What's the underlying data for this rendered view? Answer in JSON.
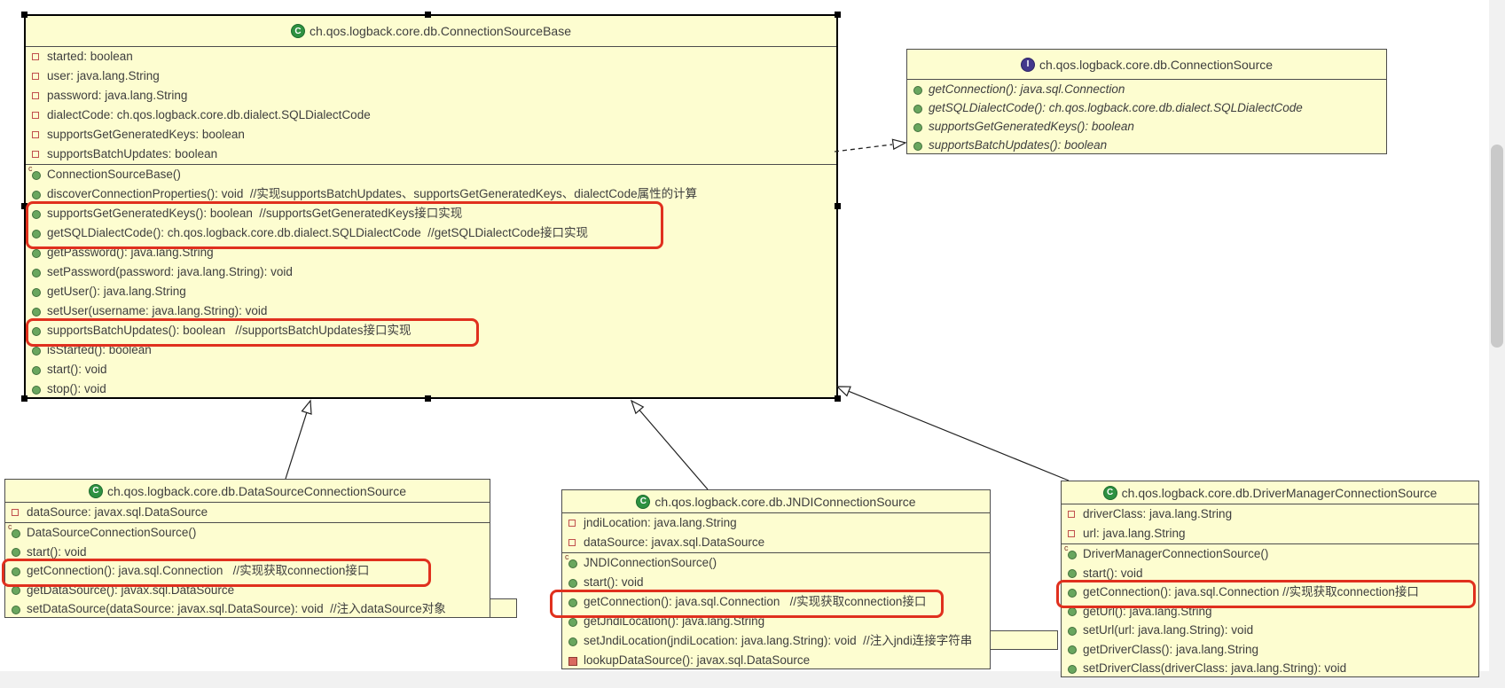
{
  "icons": {
    "class_letter": "C",
    "interface_letter": "I",
    "constructor_marker": "c"
  },
  "colors": {
    "box_fill": "#fdfdd0",
    "box_border": "#4c4c4c",
    "selected_border": "#000000",
    "highlight_red": "#e0301e",
    "method_icon_green": "#69a65e",
    "field_icon_red": "#c0504d",
    "private_icon_fill": "#d9695f",
    "class_icon_green": "#2e9141",
    "interface_icon_purple": "#43388c",
    "text": "#3e3e3e",
    "canvas": "#ffffff",
    "scrollbar_track": "#f1f1f1",
    "scrollbar_thumb": "#c9c9c9"
  },
  "classes": [
    {
      "title": "ch.qos.logback.core.db.ConnectionSourceBase",
      "kind": "class",
      "selected": true,
      "fields": [
        "started: boolean",
        "user: java.lang.String",
        "password: java.lang.String",
        "dialectCode: ch.qos.logback.core.db.dialect.SQLDialectCode",
        "supportsGetGeneratedKeys: boolean",
        "supportsBatchUpdates: boolean"
      ],
      "methods": [
        {
          "text": "ConnectionSourceBase()",
          "kind": "constructor",
          "highlighted": false
        },
        {
          "text": "discoverConnectionProperties(): void  //实现supportsBatchUpdates、supportsGetGeneratedKeys、dialectCode属性的计算",
          "kind": "public",
          "highlighted": false
        },
        {
          "text": "supportsGetGeneratedKeys(): boolean  //supportsGetGeneratedKeys接口实现",
          "kind": "public",
          "highlighted": true
        },
        {
          "text": "getSQLDialectCode(): ch.qos.logback.core.db.dialect.SQLDialectCode  //getSQLDialectCode接口实现",
          "kind": "public",
          "highlighted": true
        },
        {
          "text": "getPassword(): java.lang.String",
          "kind": "public",
          "highlighted": false
        },
        {
          "text": "setPassword(password: java.lang.String): void",
          "kind": "public",
          "highlighted": false
        },
        {
          "text": "getUser(): java.lang.String",
          "kind": "public",
          "highlighted": false
        },
        {
          "text": "setUser(username: java.lang.String): void",
          "kind": "public",
          "highlighted": false
        },
        {
          "text": "supportsBatchUpdates(): boolean   //supportsBatchUpdates接口实现",
          "kind": "public",
          "highlighted": true
        },
        {
          "text": "isStarted(): boolean",
          "kind": "public",
          "highlighted": false
        },
        {
          "text": "start(): void",
          "kind": "public",
          "highlighted": false
        },
        {
          "text": "stop(): void",
          "kind": "public",
          "highlighted": false
        }
      ]
    },
    {
      "title": "ch.qos.logback.core.db.ConnectionSource",
      "kind": "interface",
      "selected": false,
      "fields": [],
      "methods": [
        {
          "text": "getConnection(): java.sql.Connection",
          "kind": "abstract",
          "highlighted": false
        },
        {
          "text": "getSQLDialectCode(): ch.qos.logback.core.db.dialect.SQLDialectCode",
          "kind": "abstract",
          "highlighted": false
        },
        {
          "text": "supportsGetGeneratedKeys(): boolean",
          "kind": "abstract",
          "highlighted": false
        },
        {
          "text": "supportsBatchUpdates(): boolean",
          "kind": "abstract",
          "highlighted": false
        }
      ]
    },
    {
      "title": "ch.qos.logback.core.db.DataSourceConnectionSource",
      "kind": "class",
      "selected": false,
      "fields": [
        "dataSource: javax.sql.DataSource"
      ],
      "methods": [
        {
          "text": "DataSourceConnectionSource()",
          "kind": "constructor",
          "highlighted": false
        },
        {
          "text": "start(): void",
          "kind": "public",
          "highlighted": false
        },
        {
          "text": "getConnection(): java.sql.Connection   //实现获取connection接口",
          "kind": "public",
          "highlighted": true
        },
        {
          "text": "getDataSource(): javax.sql.DataSource",
          "kind": "public",
          "highlighted": false
        },
        {
          "text": "setDataSource(dataSource: javax.sql.DataSource): void  //注入dataSource对象",
          "kind": "public",
          "highlighted": false
        }
      ]
    },
    {
      "title": "ch.qos.logback.core.db.JNDIConnectionSource",
      "kind": "class",
      "selected": false,
      "fields": [
        "jndiLocation: java.lang.String",
        "dataSource: javax.sql.DataSource"
      ],
      "methods": [
        {
          "text": "JNDIConnectionSource()",
          "kind": "constructor",
          "highlighted": false
        },
        {
          "text": "start(): void",
          "kind": "public",
          "highlighted": false
        },
        {
          "text": "getConnection(): java.sql.Connection   //实现获取connection接口",
          "kind": "public",
          "highlighted": true
        },
        {
          "text": "getJndiLocation(): java.lang.String",
          "kind": "public",
          "highlighted": false
        },
        {
          "text": "setJndiLocation(jndiLocation: java.lang.String): void  //注入jndi连接字符串",
          "kind": "public",
          "highlighted": false
        },
        {
          "text": "lookupDataSource(): javax.sql.DataSource",
          "kind": "private",
          "highlighted": false
        }
      ]
    },
    {
      "title": "ch.qos.logback.core.db.DriverManagerConnectionSource",
      "kind": "class",
      "selected": false,
      "fields": [
        "driverClass: java.lang.String",
        "url: java.lang.String"
      ],
      "methods": [
        {
          "text": "DriverManagerConnectionSource()",
          "kind": "constructor",
          "highlighted": false
        },
        {
          "text": "start(): void",
          "kind": "public",
          "highlighted": false
        },
        {
          "text": "getConnection(): java.sql.Connection //实现获取connection接口",
          "kind": "public",
          "highlighted": true
        },
        {
          "text": "getUrl(): java.lang.String",
          "kind": "public",
          "highlighted": false
        },
        {
          "text": "setUrl(url: java.lang.String): void",
          "kind": "public",
          "highlighted": false
        },
        {
          "text": "getDriverClass(): java.lang.String",
          "kind": "public",
          "highlighted": false
        },
        {
          "text": "setDriverClass(driverClass: java.lang.String): void",
          "kind": "public",
          "highlighted": false
        }
      ]
    }
  ],
  "relations": [
    {
      "type": "realization",
      "style": "dashed",
      "from": "ch.qos.logback.core.db.ConnectionSourceBase",
      "to": "ch.qos.logback.core.db.ConnectionSource"
    },
    {
      "type": "generalization",
      "style": "solid",
      "from": "ch.qos.logback.core.db.DataSourceConnectionSource",
      "to": "ch.qos.logback.core.db.ConnectionSourceBase"
    },
    {
      "type": "generalization",
      "style": "solid",
      "from": "ch.qos.logback.core.db.JNDIConnectionSource",
      "to": "ch.qos.logback.core.db.ConnectionSourceBase"
    },
    {
      "type": "generalization",
      "style": "solid",
      "from": "ch.qos.logback.core.db.DriverManagerConnectionSource",
      "to": "ch.qos.logback.core.db.ConnectionSourceBase"
    }
  ]
}
